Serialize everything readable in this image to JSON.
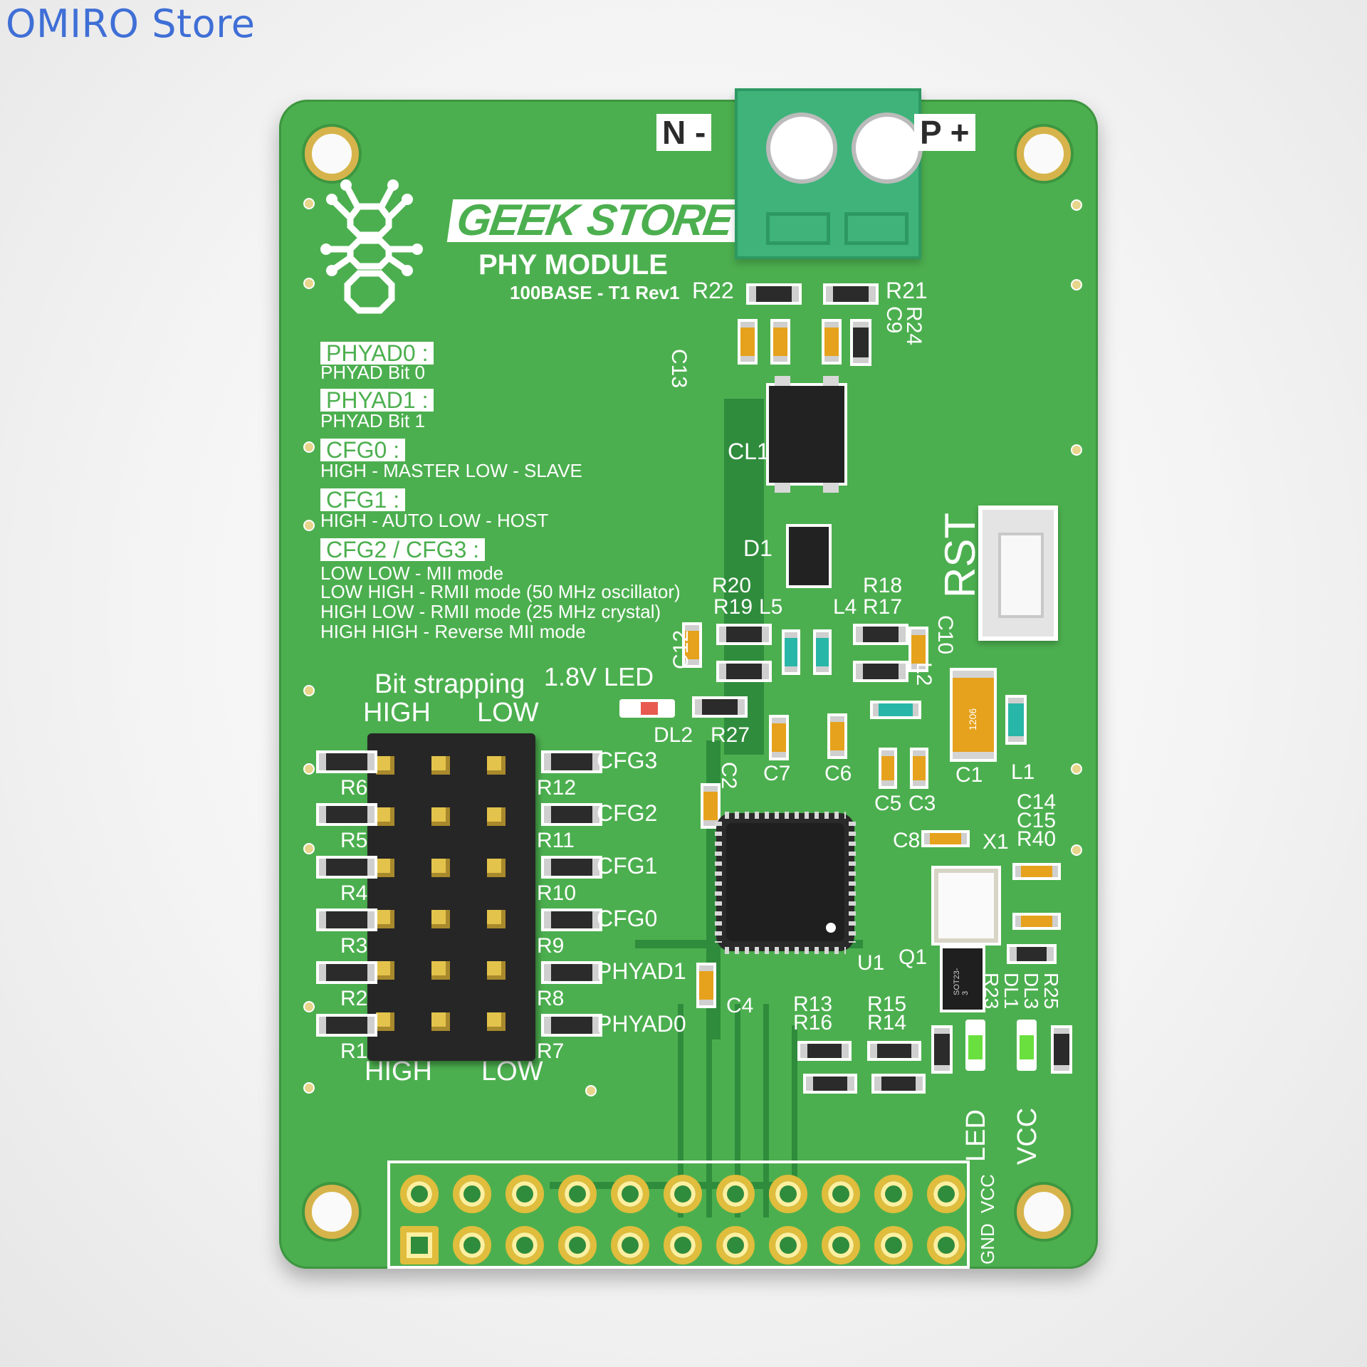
{
  "watermark": "OMIRO Store",
  "board": {
    "brand": "GEEK STORE",
    "module": "PHY MODULE",
    "revision": "100BASE - T1 Rev1",
    "terminal": {
      "n_label": "N -",
      "p_label": "P +"
    },
    "button_label": "RST",
    "legend": {
      "phyad0_title": "PHYAD0 :",
      "phyad0_desc": "PHYAD Bit 0",
      "phyad1_title": "PHYAD1 :",
      "phyad1_desc": "PHYAD Bit 1",
      "cfg0_title": "CFG0 :",
      "cfg0_desc": "HIGH - MASTER LOW - SLAVE",
      "cfg1_title": "CFG1 :",
      "cfg1_desc": "HIGH - AUTO LOW - HOST",
      "cfg23_title": "CFG2 / CFG3 :",
      "cfg23_lines": [
        "LOW LOW - MII mode",
        "LOW HIGH - RMII mode (50 MHz oscillator)",
        "HIGH LOW - RMII mode (25 MHz crystal)",
        "HIGH HIGH - Reverse MII mode"
      ]
    },
    "strap": {
      "title": "Bit strapping",
      "high": "HIGH",
      "low": "LOW",
      "led_label": "1.8V LED"
    },
    "left_resistors": [
      "R6",
      "R5",
      "R4",
      "R3",
      "R2",
      "R1"
    ],
    "right_resistors": [
      "R12",
      "R11",
      "R10",
      "R9",
      "R8",
      "R7"
    ],
    "cfg_labels": [
      "CFG3",
      "CFG2",
      "CFG1",
      "CFG0",
      "PHYAD1",
      "PHYAD0"
    ],
    "refs": {
      "R22": "R22",
      "R21": "R21",
      "C13": "C13",
      "C9": "C9",
      "R24": "R24",
      "CL1": "CL1",
      "D1": "D1",
      "R20": "R20",
      "R19": "R19",
      "L5": "L5",
      "L4": "L4",
      "R18": "R18",
      "R17": "R17",
      "C12": "C12",
      "C10": "C10",
      "L2": "L2",
      "DL2": "DL2",
      "R27": "R27",
      "C7": "C7",
      "C6": "C6",
      "C1": "C1",
      "L1": "L1",
      "C2": "C2",
      "C3x": "C3",
      "C5": "C5",
      "C3": "C3",
      "C14": "C14",
      "C15": "C15",
      "C8": "C8",
      "X1": "X1",
      "R40": "R40",
      "U1": "U1",
      "Q1": "Q1",
      "C4": "C4",
      "R13": "R13",
      "R16": "R16",
      "R15": "R15",
      "R14": "R14",
      "R23": "R23",
      "DL1": "DL1",
      "DL3": "DL3",
      "R25": "R25",
      "LED": "LED",
      "VCC_led": "VCC",
      "GND": "GND",
      "VCC_hdr": "VCC",
      "cap1206": "1206",
      "sot": "SOT23-3"
    }
  }
}
